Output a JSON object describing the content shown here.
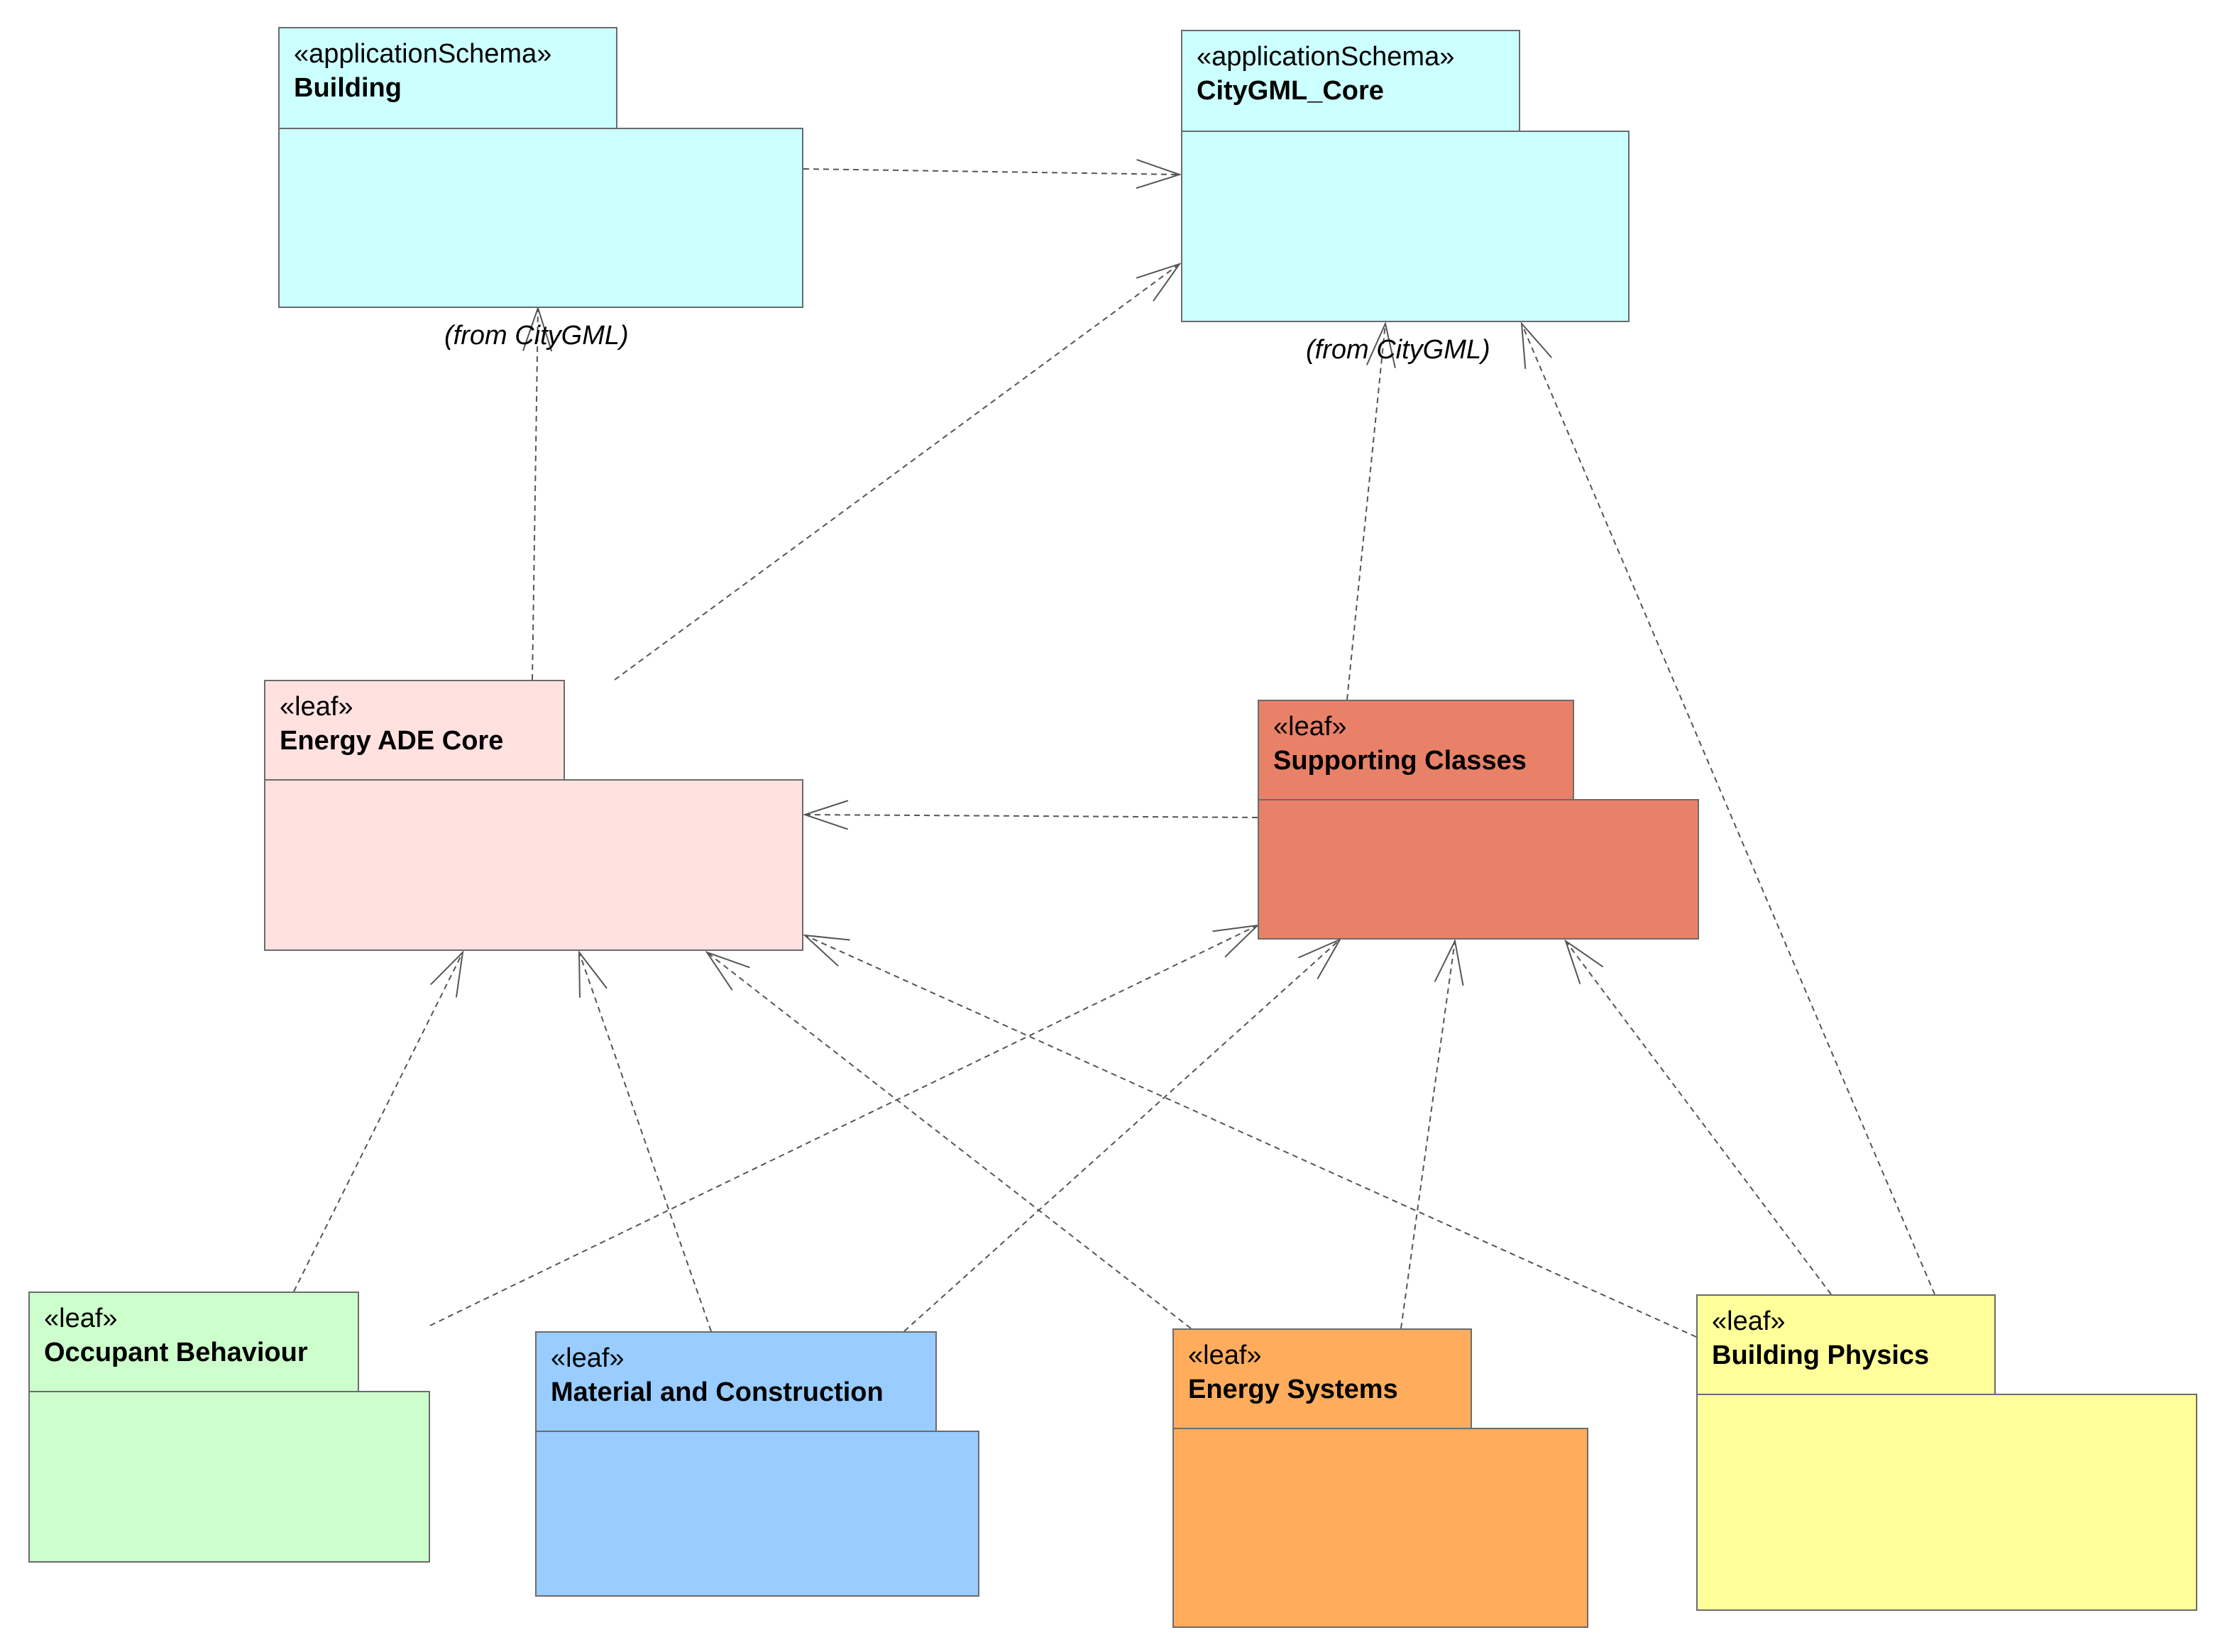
{
  "packages": {
    "building": {
      "stereotype": "«applicationSchema»",
      "name": "Building",
      "from": "(from CityGML)",
      "color": "#ccffff"
    },
    "citygml_core": {
      "stereotype": "«applicationSchema»",
      "name": "CityGML_Core",
      "from": "(from CityGML)",
      "color": "#ccffff"
    },
    "energy_ade_core": {
      "stereotype": "«leaf»",
      "name": "Energy ADE Core",
      "color": "#ffe1e0"
    },
    "supporting_classes": {
      "stereotype": "«leaf»",
      "name": "Supporting Classes",
      "color": "#e98169"
    },
    "occupant_behaviour": {
      "stereotype": "«leaf»",
      "name": "Occupant Behaviour",
      "color": "#ccffcc"
    },
    "material_construction": {
      "stereotype": "«leaf»",
      "name": "Material and Construction",
      "color": "#99ccff"
    },
    "energy_systems": {
      "stereotype": "«leaf»",
      "name": "Energy Systems",
      "color": "#ffad5c"
    },
    "building_physics": {
      "stereotype": "«leaf»",
      "name": "Building Physics",
      "color": "#ffff99"
    }
  },
  "dependencies": [
    {
      "from": "building",
      "to": "citygml_core"
    },
    {
      "from": "energy_ade_core",
      "to": "building"
    },
    {
      "from": "energy_ade_core",
      "to": "citygml_core"
    },
    {
      "from": "supporting_classes",
      "to": "citygml_core"
    },
    {
      "from": "supporting_classes",
      "to": "energy_ade_core"
    },
    {
      "from": "building_physics",
      "to": "citygml_core"
    },
    {
      "from": "occupant_behaviour",
      "to": "energy_ade_core"
    },
    {
      "from": "occupant_behaviour",
      "to": "supporting_classes"
    },
    {
      "from": "material_construction",
      "to": "energy_ade_core"
    },
    {
      "from": "material_construction",
      "to": "supporting_classes"
    },
    {
      "from": "energy_systems",
      "to": "energy_ade_core"
    },
    {
      "from": "energy_systems",
      "to": "supporting_classes"
    },
    {
      "from": "building_physics",
      "to": "energy_ade_core"
    },
    {
      "from": "building_physics",
      "to": "supporting_classes"
    }
  ],
  "colors": {
    "border": "#6b6b6b",
    "connector": "#555555"
  }
}
